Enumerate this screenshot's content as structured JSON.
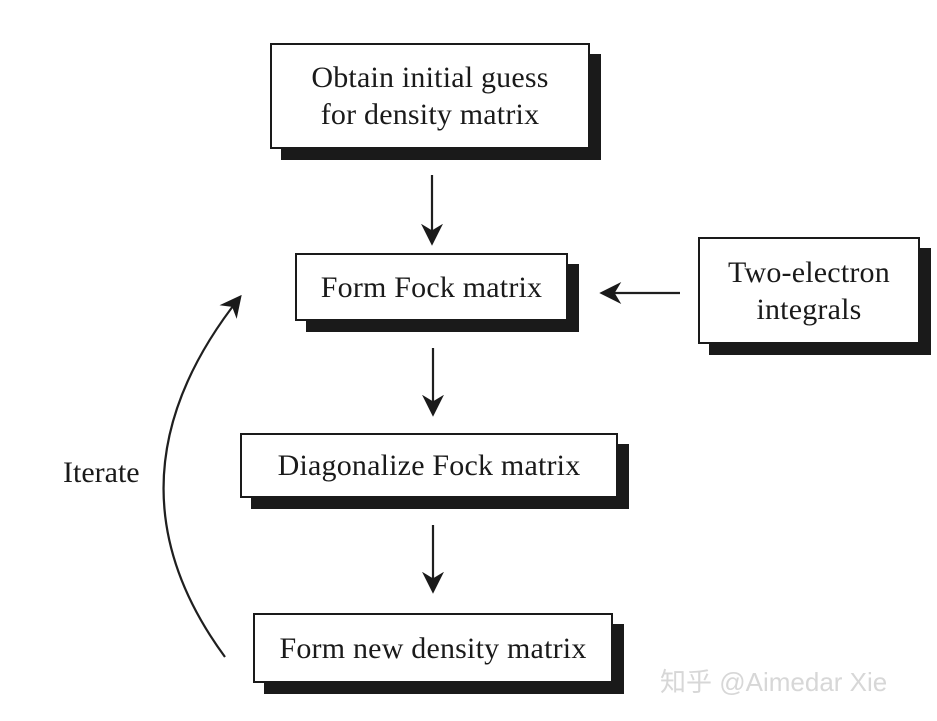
{
  "diagram": {
    "type": "flowchart",
    "colors": {
      "ink": "#1a1a1a",
      "box_fill": "#ffffff",
      "shadow": "#1a1a1a",
      "watermark": "#d7d7d7"
    },
    "nodes": {
      "initial_guess": {
        "line1": "Obtain initial guess",
        "line2": "for density matrix"
      },
      "fock": {
        "label": "Form Fock matrix"
      },
      "integrals": {
        "line1": "Two-electron",
        "line2": "integrals"
      },
      "diagonalize": {
        "label": "Diagonalize Fock matrix"
      },
      "new_density": {
        "label": "Form new density matrix"
      }
    },
    "edges": [
      {
        "from": "initial_guess",
        "to": "fock",
        "style": "straight-down"
      },
      {
        "from": "integrals",
        "to": "fock",
        "style": "straight-left"
      },
      {
        "from": "fock",
        "to": "diagonalize",
        "style": "straight-down"
      },
      {
        "from": "diagonalize",
        "to": "new_density",
        "style": "straight-down"
      },
      {
        "from": "new_density",
        "to": "fock",
        "style": "curved-left",
        "label": "Iterate"
      }
    ],
    "labels": {
      "iterate": "Iterate"
    },
    "watermark": {
      "text": "知乎 @Aimedar Xie"
    }
  }
}
